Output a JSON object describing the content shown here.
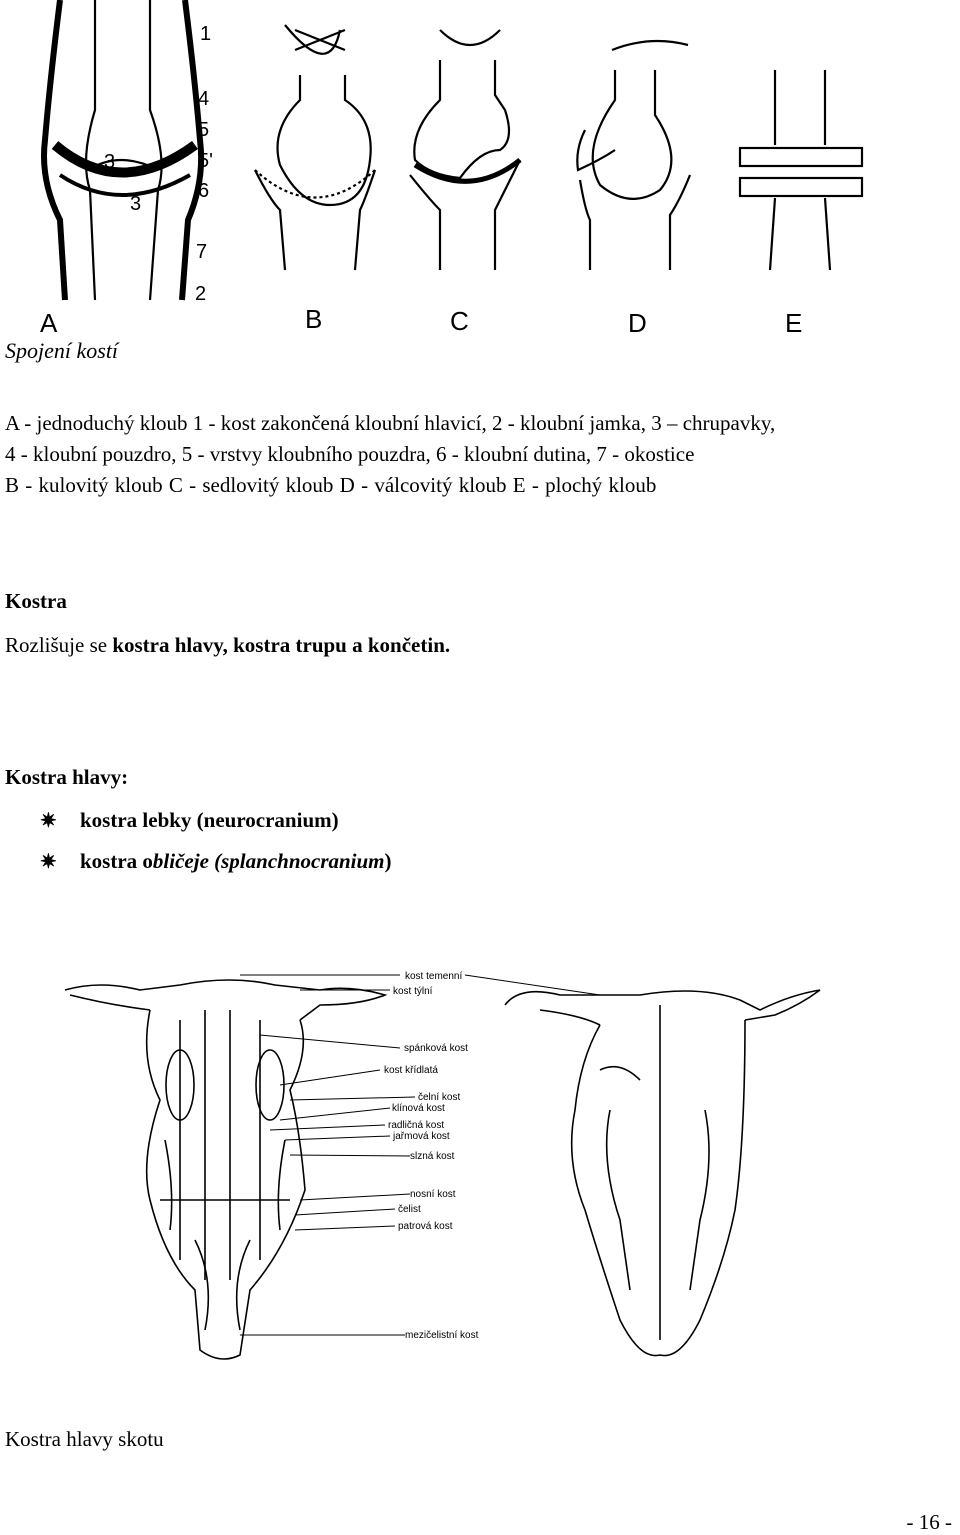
{
  "figure_top": {
    "number_labels": [
      "1",
      "4",
      "5",
      "5'",
      "3",
      "6",
      "3",
      "7",
      "2"
    ],
    "letters": [
      "A",
      "B",
      "C",
      "D",
      "E"
    ]
  },
  "caption_joints": "Spojení kostí",
  "legend": {
    "line1": "A - jednoduchý kloub  1 - kost zakončená kloubní hlavicí, 2 - kloubní jamka, 3 – chrupavky,",
    "line2": "4 - kloubní pouzdro, 5 - vrstvy kloubního pouzdra, 6 - kloubní dutina, 7 - okostice",
    "line3": "B - kulovitý kloub     C - sedlovitý kloub     D - válcovitý kloub     E - plochý kloub"
  },
  "section_skeleton": {
    "title": "Kostra",
    "intro_plain": "Rozlišuje se ",
    "intro_bold": "kostra hlavy, kostra trupu a končetin."
  },
  "section_head": {
    "title": "Kostra hlavy:",
    "bullets": [
      {
        "text": "kostra lebky (neurocranium)"
      },
      {
        "prefix": "kostra o",
        "italic": "bličeje (splanchnocranium",
        "suffix": ")"
      }
    ],
    "bullet_glyph": "✷"
  },
  "skull_labels": [
    "kost temenní",
    "kost týlní",
    "spánková kost",
    "kost křídlatá",
    "čelní kost",
    "klínová kost",
    "radličná kost",
    "jařmová kost",
    "slzná kost",
    "nosní kost",
    "čelist",
    "patrová kost",
    "mezičelistní kost"
  ],
  "caption_skull": "Kostra hlavy skotu",
  "page_number": "- 16 -"
}
